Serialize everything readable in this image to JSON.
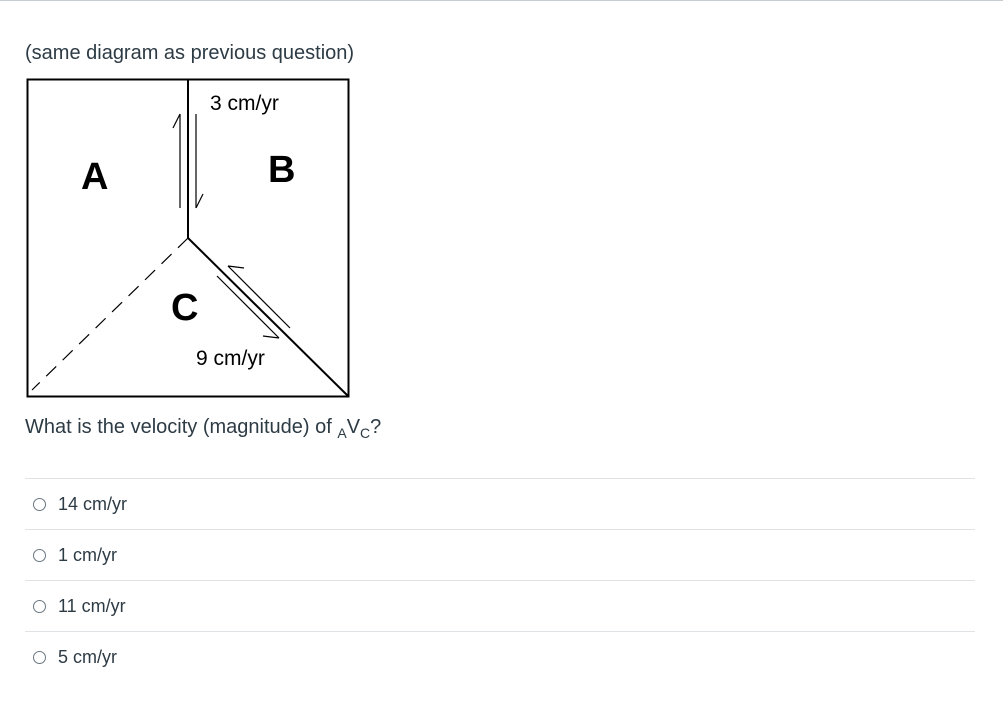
{
  "note": "(same diagram as previous question)",
  "diagram": {
    "plate_a": "A",
    "plate_b": "B",
    "plate_c": "C",
    "rate_top": "3 cm/yr",
    "rate_bottom": "9 cm/yr"
  },
  "question": {
    "prefix": "What is the velocity (magnitude) of ",
    "sub_a": "A",
    "v": "V",
    "sub_c": "C",
    "suffix": "?"
  },
  "answers": [
    {
      "label": "14 cm/yr"
    },
    {
      "label": "1 cm/yr"
    },
    {
      "label": "11 cm/yr"
    },
    {
      "label": "5 cm/yr"
    }
  ]
}
